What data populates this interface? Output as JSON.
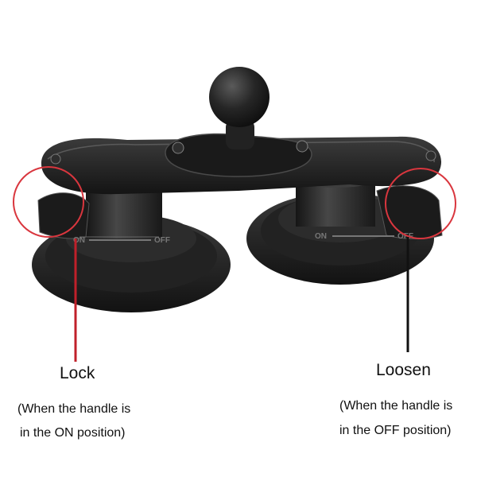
{
  "photo": {
    "left_mount_marking": {
      "on": "ON",
      "off": "OFF"
    },
    "right_mount_marking": {
      "on": "ON",
      "off": "OFF"
    },
    "colors": {
      "mount": "#1e1e1e",
      "highlight_circle": "#d9363e",
      "callout_left": "#c0202a",
      "callout_right": "#111111"
    }
  },
  "captions": {
    "lock": {
      "title": "Lock",
      "line1": "(When the handle is",
      "line2": "in the ON position)"
    },
    "loosen": {
      "title": "Loosen",
      "line1": "(When the handle is",
      "line2": "in the OFF position)"
    }
  }
}
